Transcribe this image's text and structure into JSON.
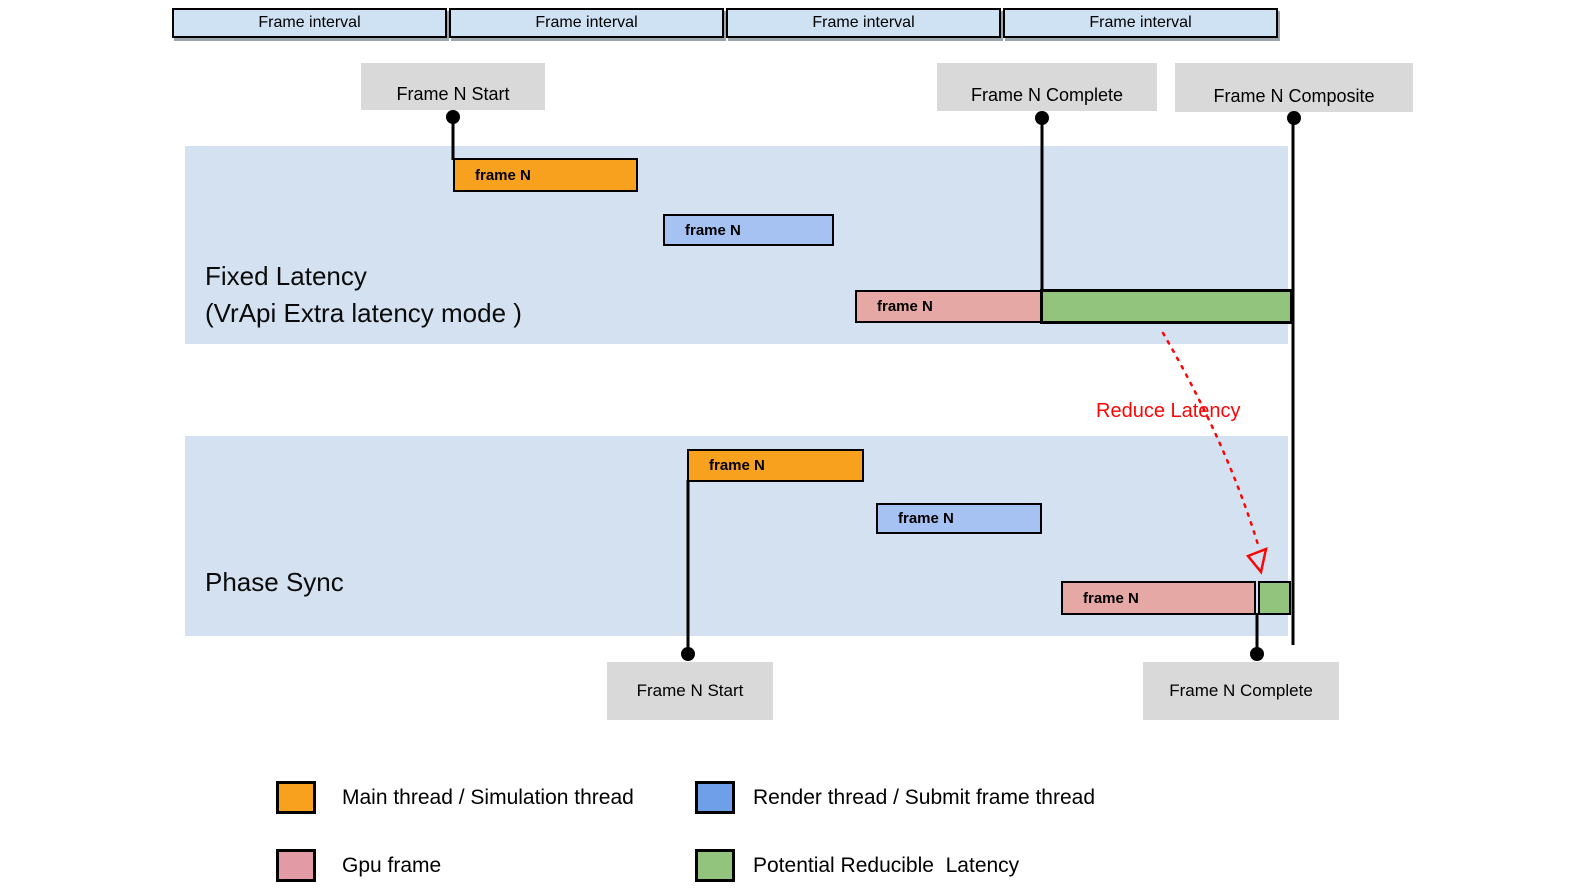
{
  "colors": {
    "band-blue": "#d3e1f0",
    "interval-blue": "#cfe2f3",
    "orange": "#f7a11e",
    "bar-blue": "#a5c2f2",
    "legend-blue": "#6f9fe8",
    "bar-pink": "#e5a8a4",
    "legend-pink": "#e29aa4",
    "green": "#93c47d",
    "gray-label": "#d9d9d9",
    "red": "#fe0505"
  },
  "frame_intervals": [
    "Frame interval",
    "Frame interval",
    "Frame interval",
    "Frame interval"
  ],
  "events": {
    "top_start": "Frame N Start",
    "top_complete": "Frame N Complete",
    "top_composite": "Frame N Composite",
    "bottom_start": "Frame N Start",
    "bottom_complete": "Frame N Complete"
  },
  "sections": {
    "fixed_latency": {
      "title_line1": "Fixed Latency",
      "title_line2": "(VrApi Extra latency mode )",
      "bars": {
        "main_thread": "frame N",
        "render_thread": "frame N",
        "gpu": "frame N"
      }
    },
    "phase_sync": {
      "title": "Phase Sync",
      "bars": {
        "main_thread": "frame N",
        "render_thread": "frame N",
        "gpu": "frame N"
      }
    }
  },
  "annotations": {
    "reduce_latency": "Reduce Latency"
  },
  "legend": {
    "main_thread": "Main thread / Simulation thread",
    "render_thread": "Render thread / Submit frame thread",
    "gpu_frame": "Gpu frame",
    "reducible_latency": "Potential Reducible  Latency"
  }
}
